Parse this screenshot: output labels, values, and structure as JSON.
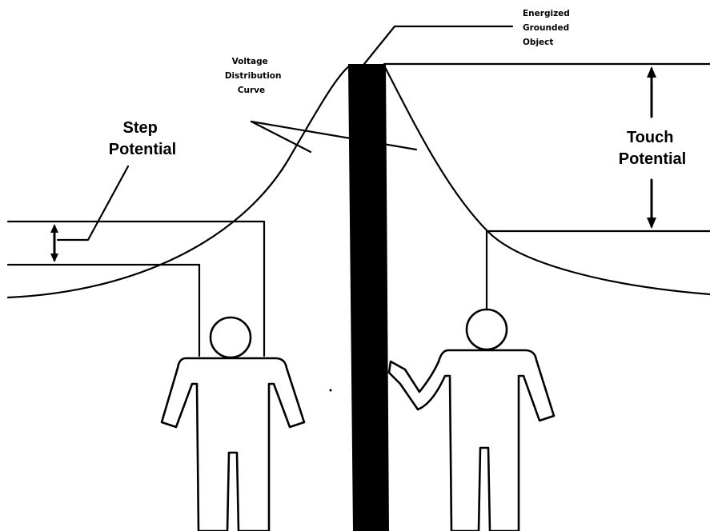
{
  "diagram": {
    "labels": {
      "energized_object": [
        "Energized",
        "Grounded",
        "Object"
      ],
      "voltage_curve": [
        "Voltage",
        "Distribution",
        "Curve"
      ],
      "step_potential": [
        "Step",
        "Potential"
      ],
      "touch_potential": [
        "Touch",
        "Potential"
      ]
    }
  }
}
